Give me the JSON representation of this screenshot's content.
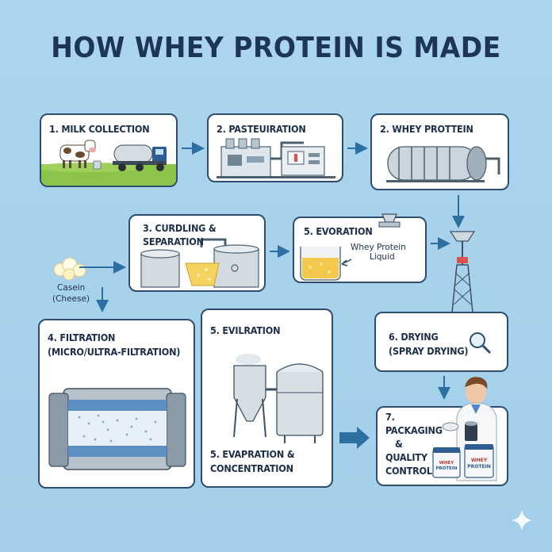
{
  "title": "HOW WHEY PROTEIN IS MADE",
  "steps": {
    "milk_collection": "1. MILK COLLECTION",
    "pasteurization": "2. PASTEUIRATION",
    "whey_protein": "2. WHEY PROTTEIN",
    "curdling_line1": "3. CURDLING &",
    "curdling_line2": "SEPARATION",
    "evoration": "5. EVORATION",
    "whey_liquid_line1": "Whey Protein",
    "whey_liquid_line2": "Liquid",
    "casein_line1": "Casein",
    "casein_line2": "(Cheese)",
    "filtration_line1": "4. FILTRATION",
    "filtration_line2": "(MICRO/ULTRA-FILTRATION)",
    "evilration": "5. EVILRATION",
    "evapration_line1": "5. EVAPRATION &",
    "evapration_line2": "CONCENTRATION",
    "drying_line1": "6. DRYING",
    "drying_line2": "(SPRAY DRYING)",
    "packaging_line1": "7.",
    "packaging_line2": "PACKAGING",
    "packaging_line3": "&",
    "packaging_line4": "QUALITY",
    "packaging_line5": "CONTROL"
  },
  "tub_label_line1": "WHEY",
  "tub_label_line2": "PROTEIN",
  "colors": {
    "background": "#a9d3ec",
    "card_border": "#2f4d6e",
    "arrow": "#2e6fa3",
    "title": "#1d3557"
  }
}
